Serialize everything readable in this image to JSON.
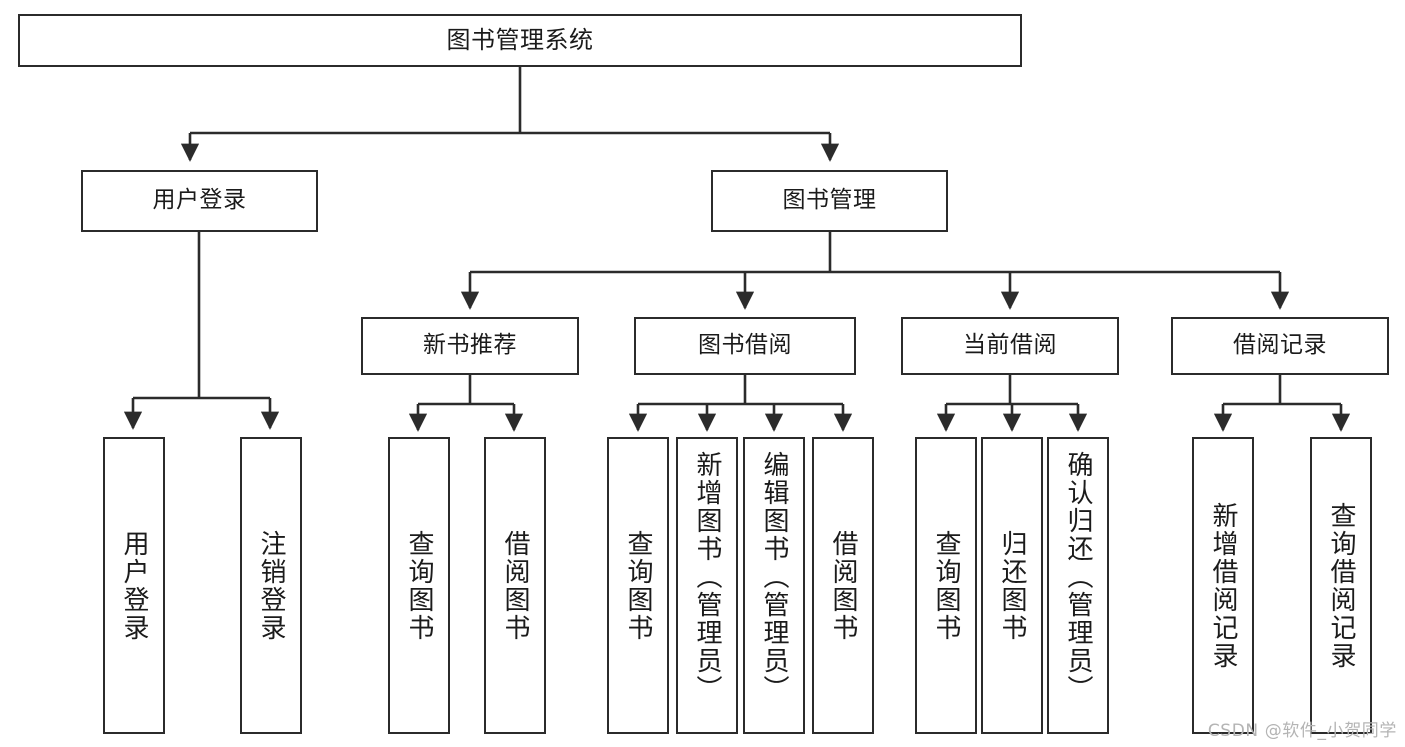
{
  "diagram": {
    "title": "图书管理系统",
    "type": "hierarchy-tree",
    "watermark": "CSDN @软件_小贺同学",
    "colors": {
      "box_border": "#2b2b2b",
      "box_fill": "#ffffff",
      "edge": "#2b2b2b",
      "background": "#ffffff",
      "watermark": "#b4b4b4"
    },
    "root": {
      "label": "图书管理系统"
    },
    "level2": [
      {
        "label": "用户登录"
      },
      {
        "label": "图书管理"
      }
    ],
    "level3": [
      {
        "label": "新书推荐"
      },
      {
        "label": "图书借阅"
      },
      {
        "label": "当前借阅"
      },
      {
        "label": "借阅记录"
      }
    ],
    "leaves": {
      "user_login": [
        {
          "label": "用户登录"
        },
        {
          "label": "注销登录"
        }
      ],
      "new_book_recommend": [
        {
          "label": "查询图书"
        },
        {
          "label": "借阅图书"
        }
      ],
      "book_borrow": [
        {
          "label": "查询图书"
        },
        {
          "label": "新增图书（管理员）"
        },
        {
          "label": "编辑图书（管理员）"
        },
        {
          "label": "借阅图书"
        }
      ],
      "current_borrow": [
        {
          "label": "查询图书"
        },
        {
          "label": "归还图书"
        },
        {
          "label": "确认归还（管理员）"
        }
      ],
      "borrow_record": [
        {
          "label": "新增借阅记录"
        },
        {
          "label": "查询借阅记录"
        }
      ]
    }
  }
}
